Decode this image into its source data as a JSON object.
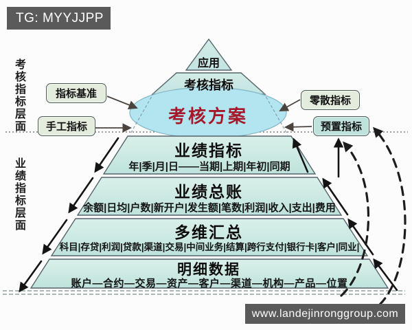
{
  "watermarks": {
    "tg_label": "TG: MYYJJPP",
    "site_label": "www.landejinronggroup.com"
  },
  "side_axis": {
    "upper_label": "考核指标层面",
    "lower_label": "业绩指标层面"
  },
  "pyramid": {
    "apex_title": "应用",
    "assess_level_title": "考核指标",
    "plan_ellipse_title": "考核方案",
    "levels": [
      {
        "title": "业绩指标",
        "items": "年|季|月|日——当期|上期|年初|同期"
      },
      {
        "title": "业绩总账",
        "items": "余额|日均|户数|新开户|发生额|笔数|利润|收入|支出|费用"
      },
      {
        "title": "多维汇总",
        "items": "科目|存贷|利润|贷款|渠道|交易|中间业务|结算|跨行支付|银行卡|客户|同业|"
      },
      {
        "title": "明细数据",
        "items": "账户—合约—交易—资产—客户—渠道—机构—产品—位置"
      }
    ]
  },
  "tags": {
    "benchmark": "指标基准",
    "manual": "手工指标",
    "scattered": "零散指标",
    "preset": "预置指标"
  },
  "colors": {
    "plan_title_red": "#a5182a",
    "pyramid_fill": "#c9e7e0",
    "ellipse_fill": "#b2e5f0",
    "watermark_bar": "#5a5a5a",
    "outline": "#55636b"
  }
}
